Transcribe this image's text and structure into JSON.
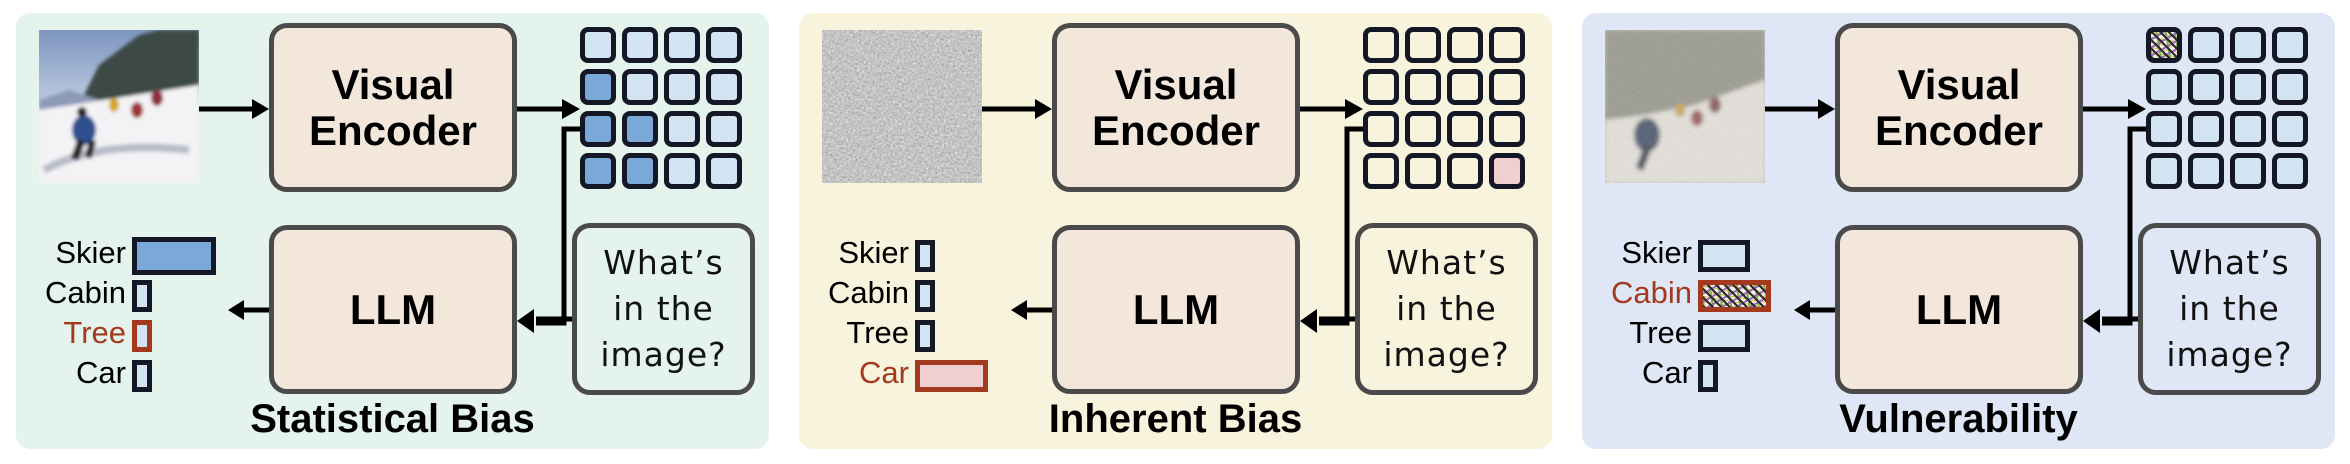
{
  "colors": {
    "panel_statistical": "#e4f3ec",
    "panel_inherent": "#f8f3dc",
    "panel_vulnerability": "#dfe7f6",
    "module_fill": "#f3e7dc",
    "module_border": "#4a4a4a",
    "token_dark": "#7aa9d8",
    "token_light": "#d2e3f2",
    "token_pink": "#f0cfcf",
    "highlight": "#a33a1e",
    "outline": "#141826"
  },
  "panels": [
    {
      "id": "statistical",
      "title": "Statistical Bias",
      "input_image": "skiers-photo",
      "encoder_label_1": "Visual",
      "encoder_label_2": "Encoder",
      "llm_label": "LLM",
      "question_1": "What’s",
      "question_2": "in the",
      "question_3": "image?",
      "token_grid": [
        [
          "light",
          "light",
          "light",
          "light"
        ],
        [
          "dark",
          "light",
          "light",
          "light"
        ],
        [
          "dark",
          "dark",
          "light",
          "light"
        ],
        [
          "dark",
          "dark",
          "light",
          "light"
        ]
      ],
      "outputs": [
        {
          "label": "Skier",
          "score": 1.0,
          "fill": "dark",
          "highlight": false
        },
        {
          "label": "Cabin",
          "score": 0.1,
          "fill": "light",
          "highlight": false
        },
        {
          "label": "Tree",
          "score": 0.1,
          "fill": "light",
          "highlight": true
        },
        {
          "label": "Car",
          "score": 0.1,
          "fill": "light",
          "highlight": false
        }
      ]
    },
    {
      "id": "inherent",
      "title": "Inherent Bias",
      "input_image": "noise-image",
      "encoder_label_1": "Visual",
      "encoder_label_2": "Encoder",
      "llm_label": "LLM",
      "question_1": "What’s",
      "question_2": "in the",
      "question_3": "image?",
      "token_grid": [
        [
          "none",
          "none",
          "none",
          "none"
        ],
        [
          "none",
          "none",
          "none",
          "none"
        ],
        [
          "none",
          "none",
          "none",
          "none"
        ],
        [
          "none",
          "none",
          "none",
          "pink"
        ]
      ],
      "outputs": [
        {
          "label": "Skier",
          "score": 0.1,
          "fill": "light",
          "highlight": false
        },
        {
          "label": "Cabin",
          "score": 0.1,
          "fill": "light",
          "highlight": false
        },
        {
          "label": "Tree",
          "score": 0.1,
          "fill": "light",
          "highlight": false
        },
        {
          "label": "Car",
          "score": 0.85,
          "fill": "pink",
          "highlight": true
        }
      ]
    },
    {
      "id": "vulnerability",
      "title": "Vulnerability",
      "input_image": "perturbed-skiers-photo",
      "encoder_label_1": "Visual",
      "encoder_label_2": "Encoder",
      "llm_label": "LLM",
      "question_1": "What’s",
      "question_2": "in the",
      "question_3": "image?",
      "token_grid": [
        [
          "noise",
          "light",
          "light",
          "light"
        ],
        [
          "light",
          "light",
          "light",
          "light"
        ],
        [
          "light",
          "light",
          "light",
          "light"
        ],
        [
          "light",
          "light",
          "light",
          "light"
        ]
      ],
      "outputs": [
        {
          "label": "Skier",
          "score": 0.55,
          "fill": "light",
          "highlight": false
        },
        {
          "label": "Cabin",
          "score": 0.85,
          "fill": "noise",
          "highlight": true
        },
        {
          "label": "Tree",
          "score": 0.55,
          "fill": "light",
          "highlight": false
        },
        {
          "label": "Car",
          "score": 0.1,
          "fill": "light",
          "highlight": false
        }
      ]
    }
  ]
}
